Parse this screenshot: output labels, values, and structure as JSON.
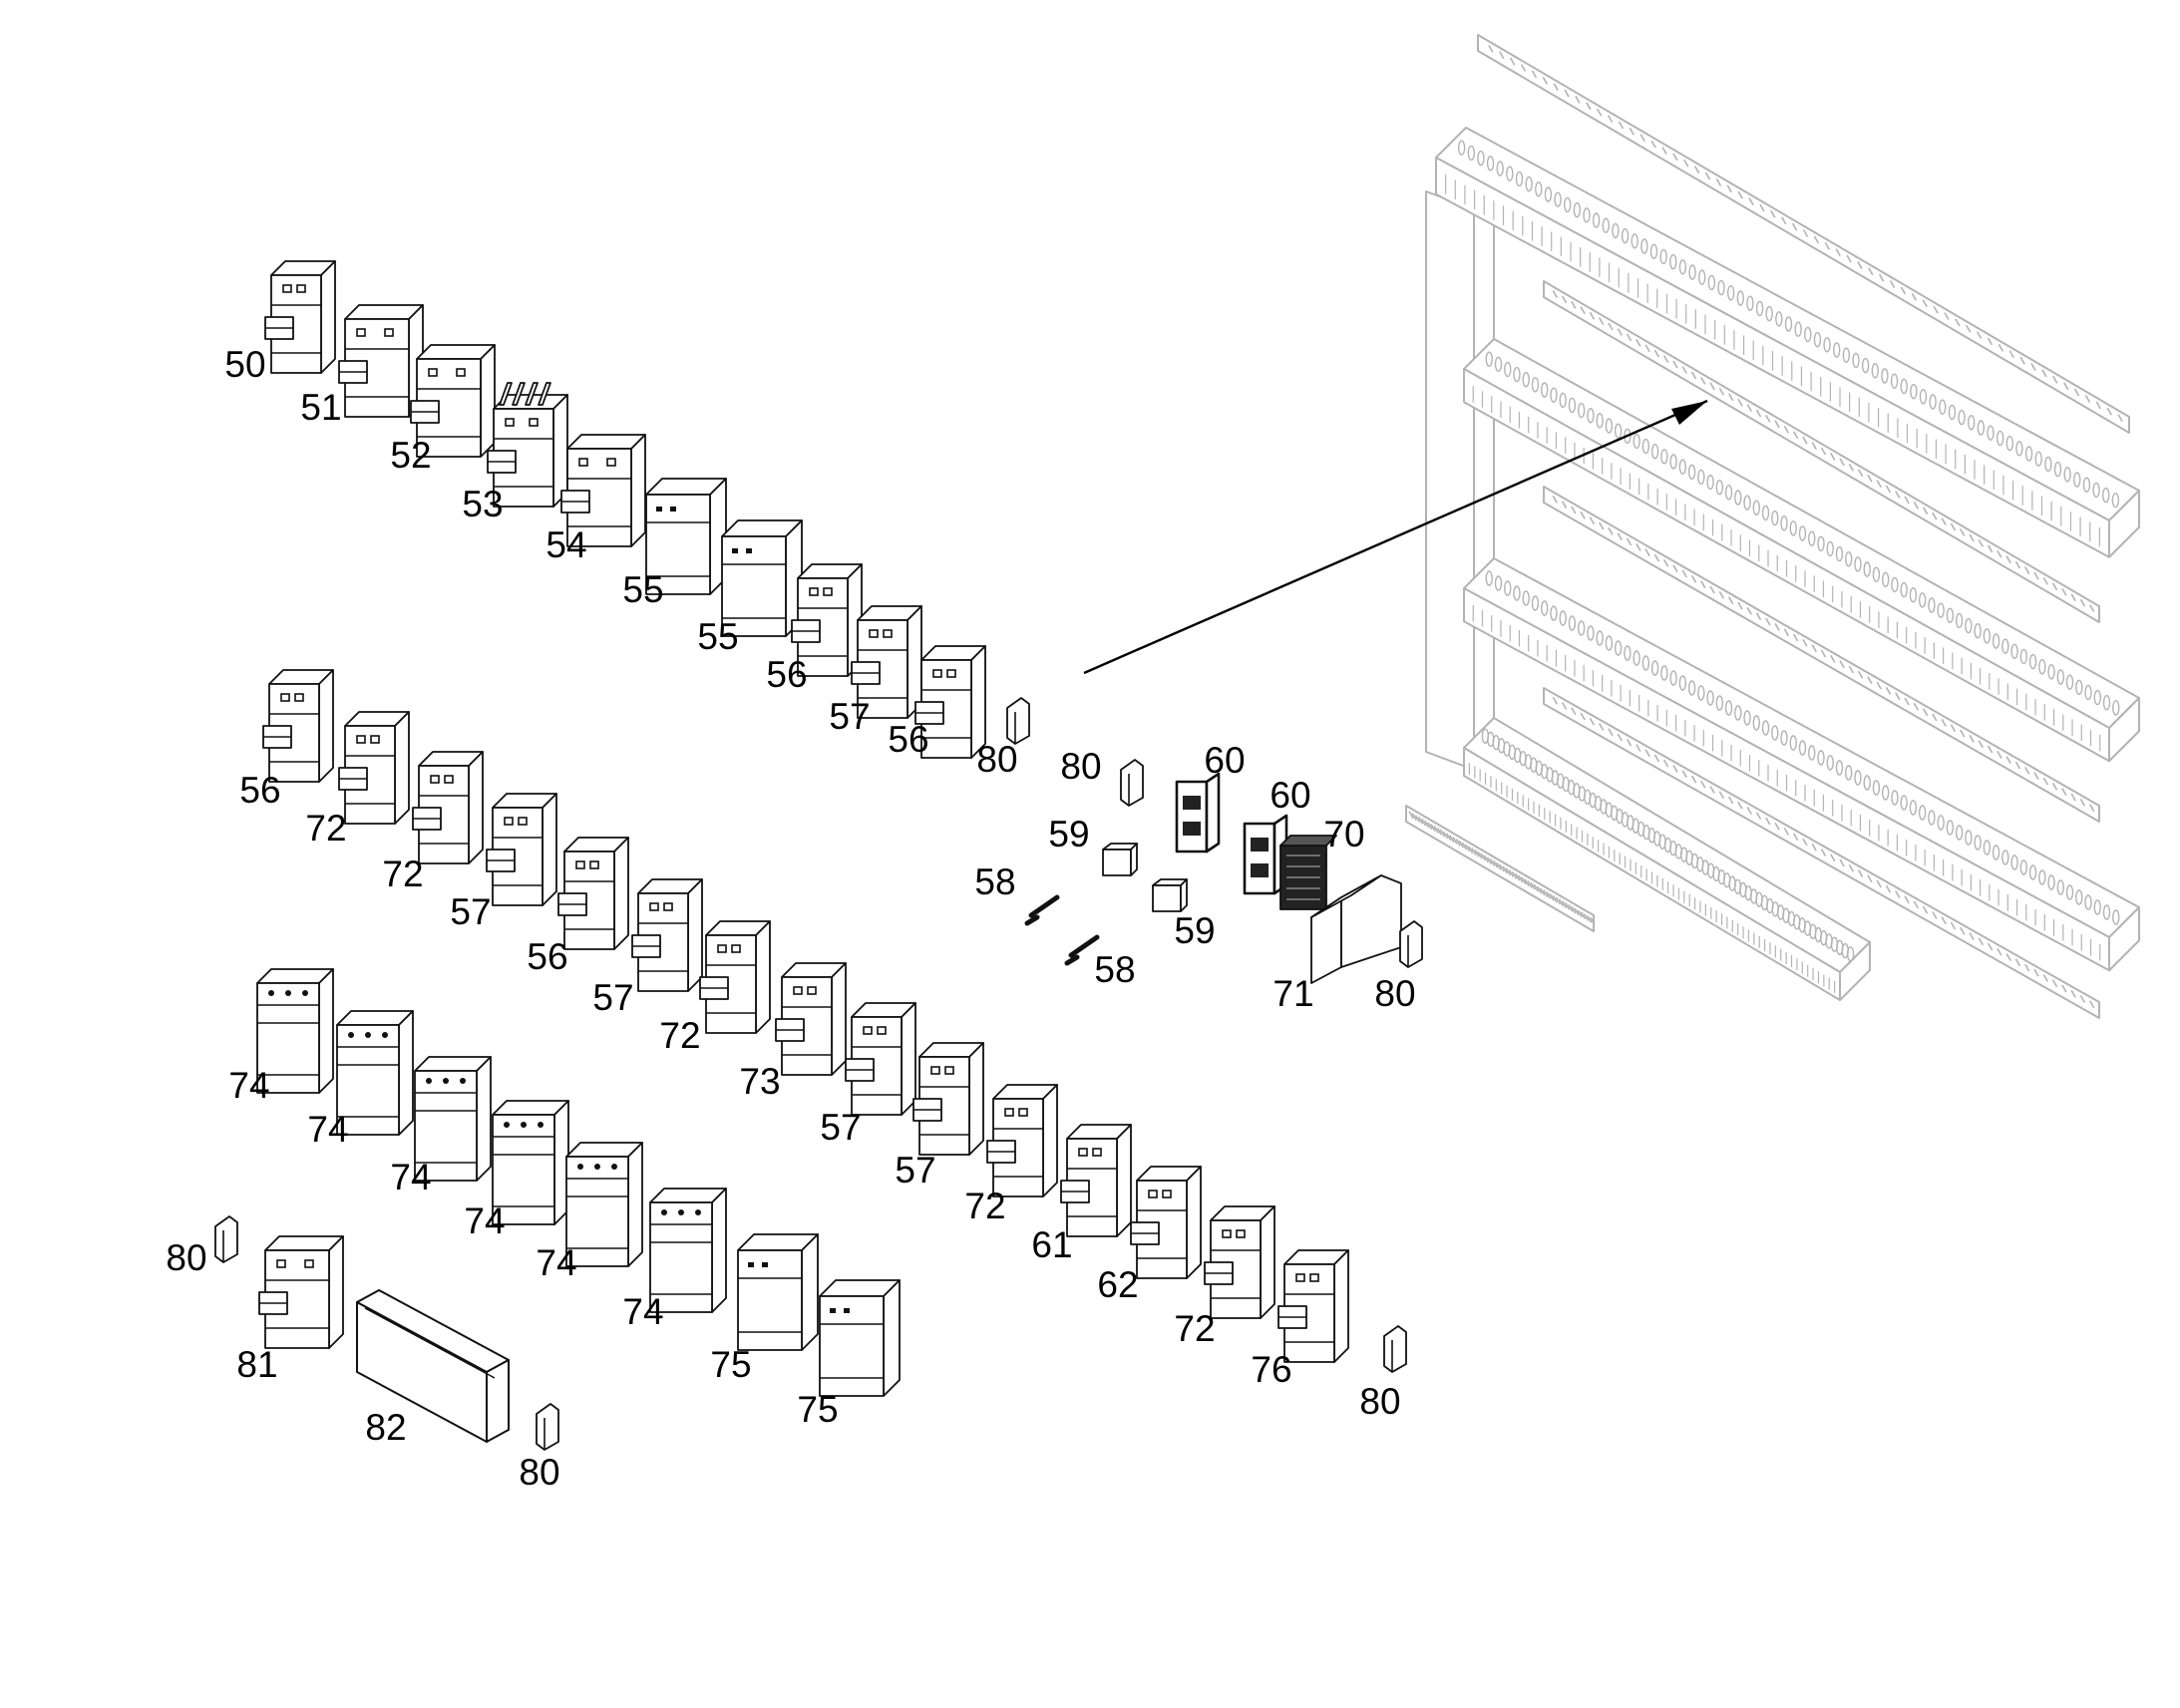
{
  "colors": {
    "ink": "#000000",
    "component_stroke": "#111111",
    "component_fill": "#ffffff",
    "rail_stroke": "#b3b3b3",
    "dark_part": "#222222"
  },
  "leader": {
    "points_to": "cable-duct-rail-assembly"
  },
  "groups": [
    {
      "name": "upper-row",
      "items": [
        {
          "id": "c1",
          "label": "50",
          "kind": "breaker-1p"
        },
        {
          "id": "c2",
          "label": "51",
          "kind": "breaker-2p"
        },
        {
          "id": "c3",
          "label": "52",
          "kind": "breaker-2p"
        },
        {
          "id": "c4",
          "label": "53",
          "kind": "switch-finned"
        },
        {
          "id": "c5",
          "label": "54",
          "kind": "breaker-2p"
        },
        {
          "id": "c6",
          "label": "55",
          "kind": "module-box"
        },
        {
          "id": "c7",
          "label": "55",
          "kind": "module-box"
        },
        {
          "id": "c8",
          "label": "56",
          "kind": "breaker-1p"
        },
        {
          "id": "c9",
          "label": "57",
          "kind": "breaker-1p"
        },
        {
          "id": "c10",
          "label": "56",
          "kind": "breaker-1p"
        },
        {
          "id": "c11",
          "label": "80",
          "kind": "end-stop"
        }
      ]
    },
    {
      "name": "relay-group",
      "items": [
        {
          "id": "r1",
          "label": "80",
          "kind": "end-stop"
        },
        {
          "id": "r2",
          "label": "60",
          "kind": "relay-socket"
        },
        {
          "id": "r3",
          "label": "60",
          "kind": "relay-socket"
        },
        {
          "id": "r4",
          "label": "70",
          "kind": "power-supply-dark"
        },
        {
          "id": "r5",
          "label": "59",
          "kind": "relay-cube"
        },
        {
          "id": "r6",
          "label": "59",
          "kind": "relay-cube"
        },
        {
          "id": "r7",
          "label": "58",
          "kind": "bridge-clip"
        },
        {
          "id": "r8",
          "label": "58",
          "kind": "bridge-clip"
        },
        {
          "id": "r9",
          "label": "71",
          "kind": "terminal-module"
        },
        {
          "id": "r10",
          "label": "80",
          "kind": "end-stop"
        }
      ]
    },
    {
      "name": "middle-row",
      "items": [
        {
          "id": "m1",
          "label": "56",
          "kind": "breaker-1p"
        },
        {
          "id": "m2",
          "label": "72",
          "kind": "breaker-1p"
        },
        {
          "id": "m3",
          "label": "72",
          "kind": "breaker-1p"
        },
        {
          "id": "m4",
          "label": "57",
          "kind": "breaker-1p"
        },
        {
          "id": "m5",
          "label": "56",
          "kind": "breaker-1p"
        },
        {
          "id": "m6",
          "label": "57",
          "kind": "breaker-1p"
        },
        {
          "id": "m7",
          "label": "72",
          "kind": "breaker-1p"
        },
        {
          "id": "m8",
          "label": "73",
          "kind": "breaker-1p"
        },
        {
          "id": "m9",
          "label": "57",
          "kind": "breaker-1p"
        },
        {
          "id": "m10",
          "label": "57",
          "kind": "breaker-1p"
        },
        {
          "id": "m11",
          "label": "72",
          "kind": "breaker-1p"
        },
        {
          "id": "m12",
          "label": "61",
          "kind": "breaker-1p"
        },
        {
          "id": "m13",
          "label": "62",
          "kind": "breaker-1p"
        },
        {
          "id": "m14",
          "label": "72",
          "kind": "breaker-1p"
        },
        {
          "id": "m15",
          "label": "76",
          "kind": "breaker-1p"
        },
        {
          "id": "m16",
          "label": "80",
          "kind": "end-stop"
        }
      ]
    },
    {
      "name": "lower-row",
      "items": [
        {
          "id": "l1",
          "label": "74",
          "kind": "contactor"
        },
        {
          "id": "l2",
          "label": "74",
          "kind": "contactor"
        },
        {
          "id": "l3",
          "label": "74",
          "kind": "contactor"
        },
        {
          "id": "l4",
          "label": "74",
          "kind": "contactor"
        },
        {
          "id": "l5",
          "label": "74",
          "kind": "contactor"
        },
        {
          "id": "l6",
          "label": "74",
          "kind": "contactor"
        },
        {
          "id": "l7",
          "label": "75",
          "kind": "module-box"
        },
        {
          "id": "l8",
          "label": "75",
          "kind": "module-box"
        }
      ]
    },
    {
      "name": "bottom-left",
      "items": [
        {
          "id": "b1",
          "label": "80",
          "kind": "end-stop"
        },
        {
          "id": "b2",
          "label": "81",
          "kind": "breaker-2p"
        },
        {
          "id": "b3",
          "label": "82",
          "kind": "cover-tray"
        },
        {
          "id": "b4",
          "label": "80",
          "kind": "end-stop"
        }
      ]
    }
  ]
}
